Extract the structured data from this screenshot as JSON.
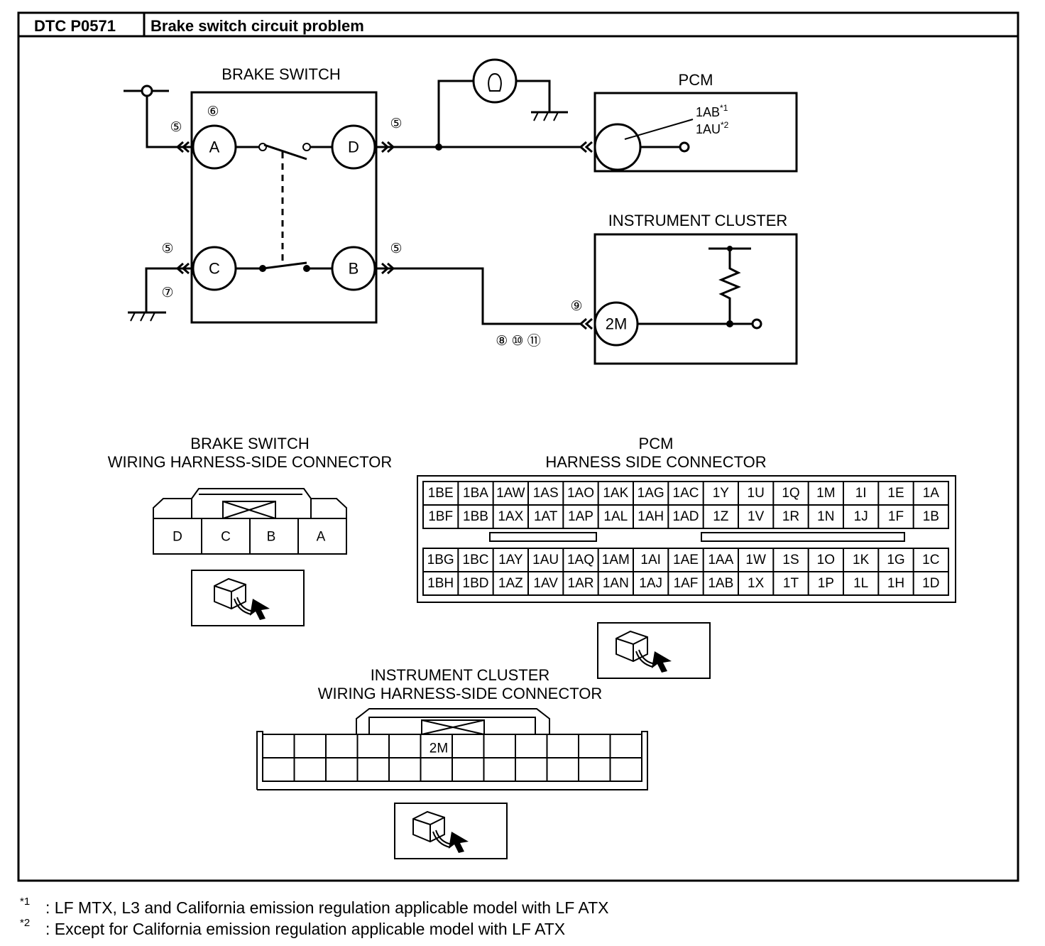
{
  "header": {
    "dtc_code": "DTC P0571",
    "title": "Brake switch circuit problem"
  },
  "schematic": {
    "brake_switch_label": "BRAKE SWITCH",
    "pcm_label": "PCM",
    "pcm_terminal_line1": "1AB",
    "pcm_terminal_line1_note": "*1",
    "pcm_terminal_line2": "1AU",
    "pcm_terminal_line2_note": "*2",
    "instrument_cluster_label": "INSTRUMENT CLUSTER",
    "cluster_terminal": "2M",
    "terminals": [
      "A",
      "B",
      "C",
      "D"
    ],
    "step_marks": {
      "a_top": "⑥",
      "a_left": "⑤",
      "d_right": "⑤",
      "c_left": "⑤",
      "c_ground": "⑦",
      "b_right": "⑤",
      "cluster_in": "⑨",
      "wire_bottom": "⑧ ⑩ ⑪"
    }
  },
  "brake_connector": {
    "title_line1": "BRAKE SWITCH",
    "title_line2": "WIRING HARNESS-SIDE CONNECTOR",
    "pins": [
      "D",
      "C",
      "B",
      "A"
    ]
  },
  "pcm_connector": {
    "title_line1": "PCM",
    "title_line2": "HARNESS SIDE CONNECTOR",
    "rows": [
      [
        "1BE",
        "1BA",
        "1AW",
        "1AS",
        "1AO",
        "1AK",
        "1AG",
        "1AC",
        "1Y",
        "1U",
        "1Q",
        "1M",
        "1I",
        "1E",
        "1A"
      ],
      [
        "1BF",
        "1BB",
        "1AX",
        "1AT",
        "1AP",
        "1AL",
        "1AH",
        "1AD",
        "1Z",
        "1V",
        "1R",
        "1N",
        "1J",
        "1F",
        "1B"
      ],
      [
        "1BG",
        "1BC",
        "1AY",
        "1AU",
        "1AQ",
        "1AM",
        "1AI",
        "1AE",
        "1AA",
        "1W",
        "1S",
        "1O",
        "1K",
        "1G",
        "1C"
      ],
      [
        "1BH",
        "1BD",
        "1AZ",
        "1AV",
        "1AR",
        "1AN",
        "1AJ",
        "1AF",
        "1AB",
        "1X",
        "1T",
        "1P",
        "1L",
        "1H",
        "1D"
      ]
    ]
  },
  "cluster_connector": {
    "title_line1": "INSTRUMENT CLUSTER",
    "title_line2": "WIRING HARNESS-SIDE CONNECTOR",
    "highlight_pin": "2M"
  },
  "footnotes": [
    {
      "mark": "*1",
      "text": ": LF MTX, L3 and California emission regulation applicable model with LF ATX"
    },
    {
      "mark": "*2",
      "text": ": Except for California emission regulation applicable model with LF ATX"
    }
  ]
}
